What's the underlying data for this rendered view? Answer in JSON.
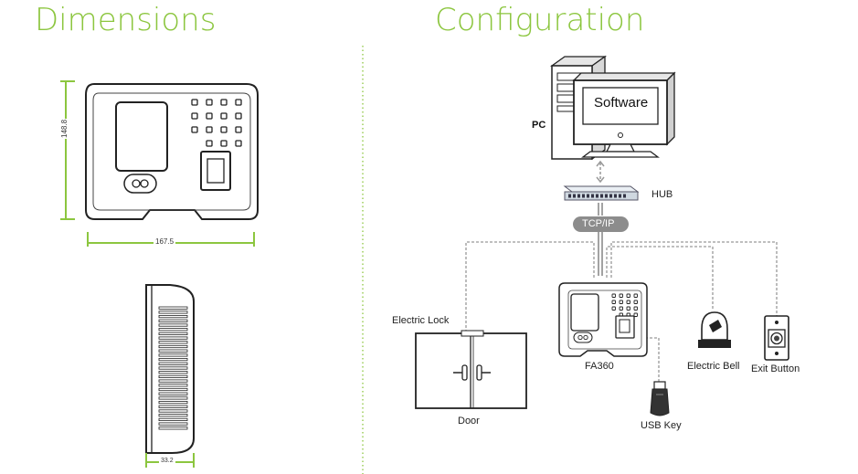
{
  "headings": {
    "dimensions": "Dimensions",
    "configuration": "Configuration"
  },
  "dimensions": {
    "height": "148.8",
    "width": "167.5",
    "depth": "33.2"
  },
  "configuration": {
    "software": "Software",
    "pc": "PC",
    "hub": "HUB",
    "protocol": "TCP/IP",
    "device": "FA360",
    "electric_lock": "Electric Lock",
    "door": "Door",
    "usb_key": "USB Key",
    "electric_bell": "Electric Bell",
    "exit_button": "Exit Button"
  },
  "colors": {
    "accent_green": "#8cc63f",
    "line_gray": "#999999",
    "pill_gray": "#8c8c8c"
  }
}
